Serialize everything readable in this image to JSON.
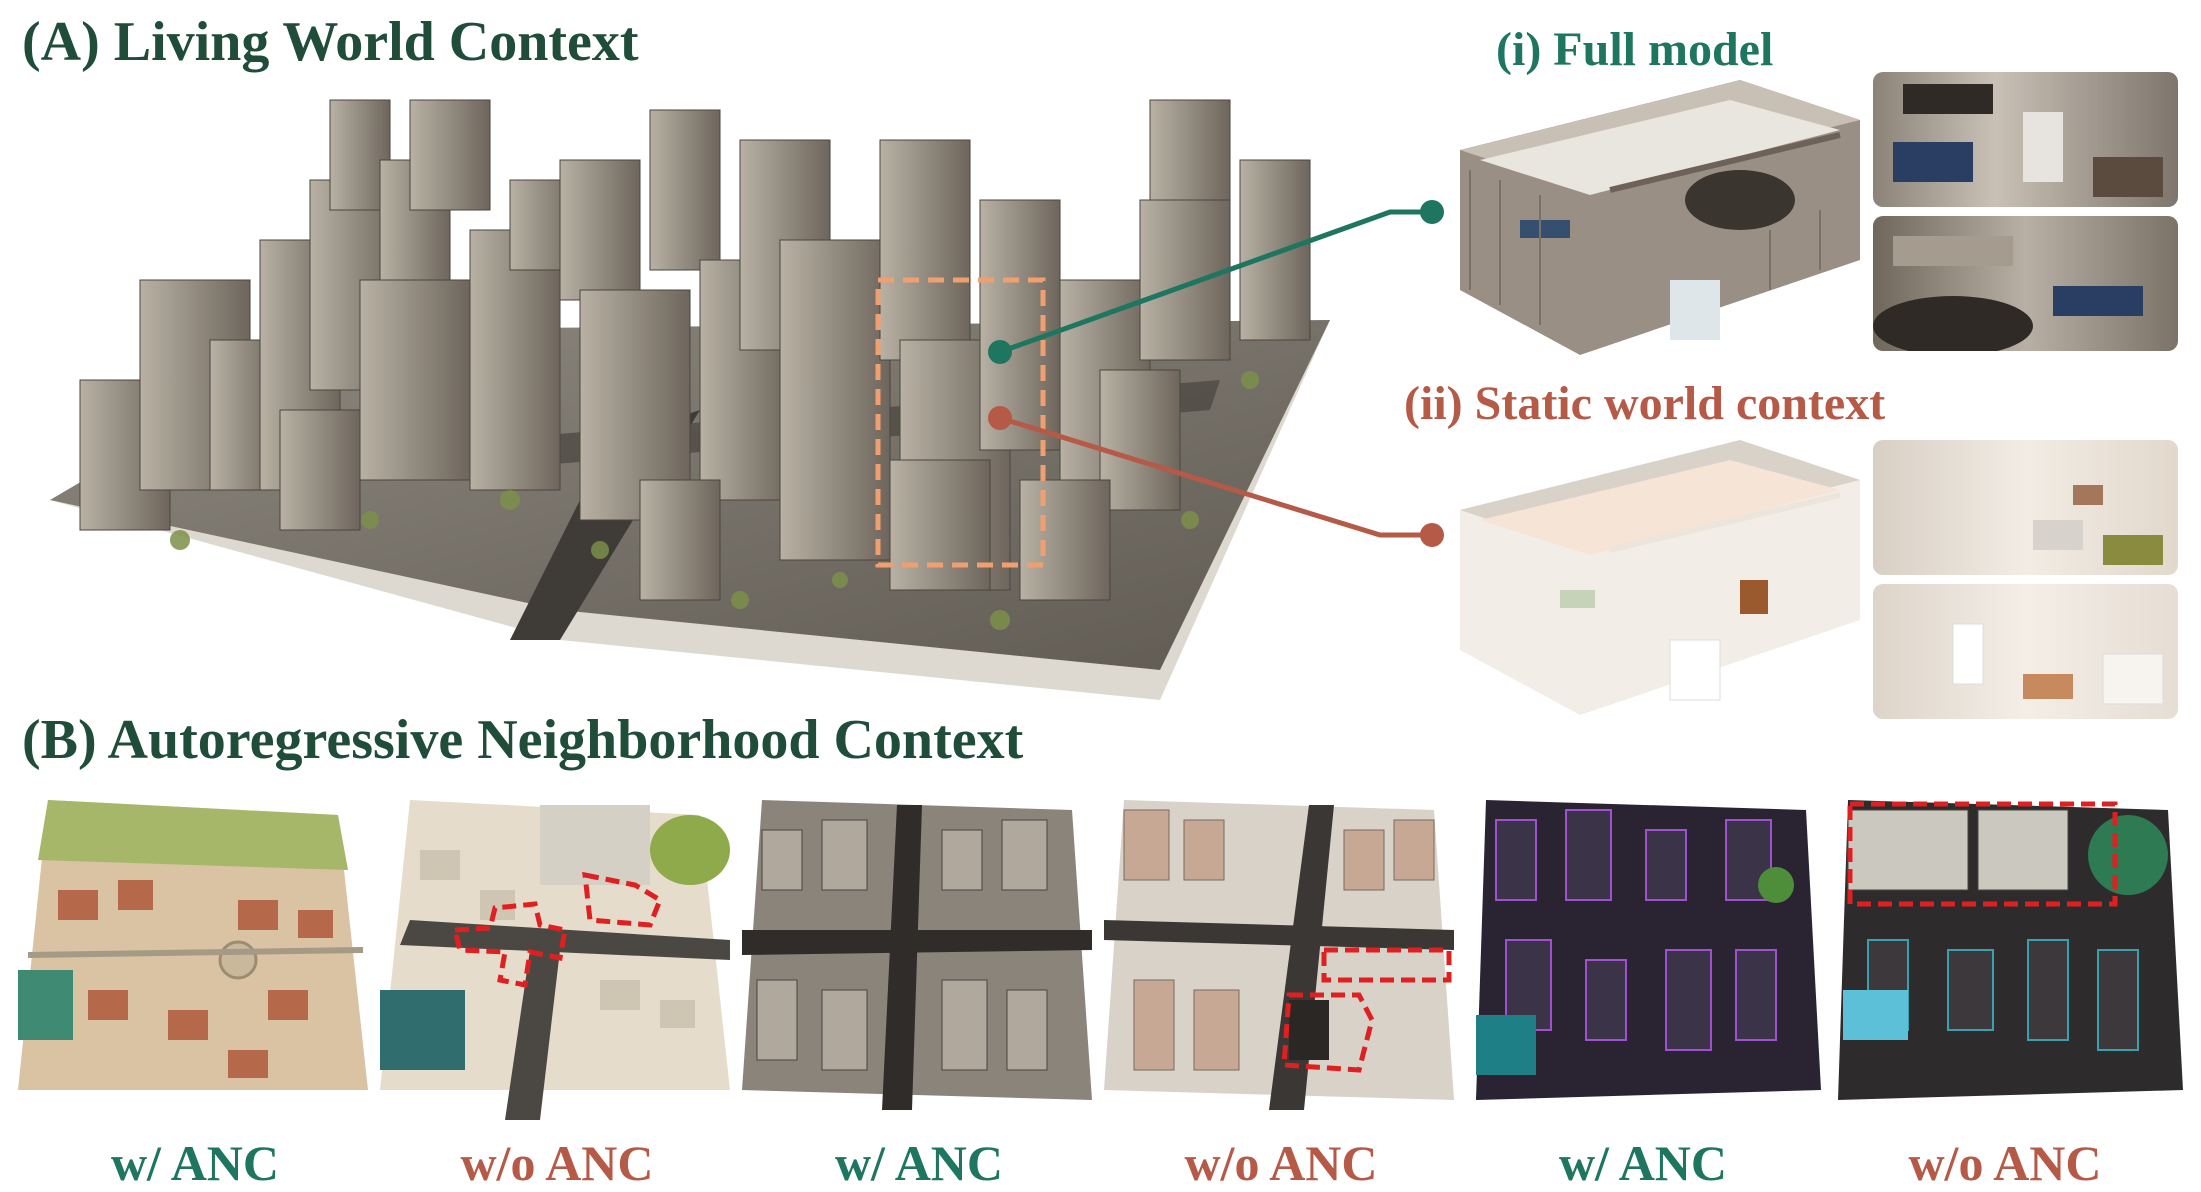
{
  "section_a": {
    "title": "(A) Living World Context"
  },
  "section_b": {
    "title": "(B) Autoregressive Neighborhood Context"
  },
  "full_model": {
    "label": "(i) Full model",
    "color": "#1e7560"
  },
  "static_context": {
    "label": "(ii) Static world context",
    "color": "#b65a48"
  },
  "captions": {
    "with": "w/ ANC",
    "without": "w/o ANC",
    "with_color": "#1e7560",
    "without_color": "#b65a48"
  },
  "highlight_color": "#e02020",
  "ancs": [
    {
      "caption": "with"
    },
    {
      "caption": "without"
    },
    {
      "caption": "with"
    },
    {
      "caption": "without"
    },
    {
      "caption": "with"
    },
    {
      "caption": "without"
    }
  ]
}
